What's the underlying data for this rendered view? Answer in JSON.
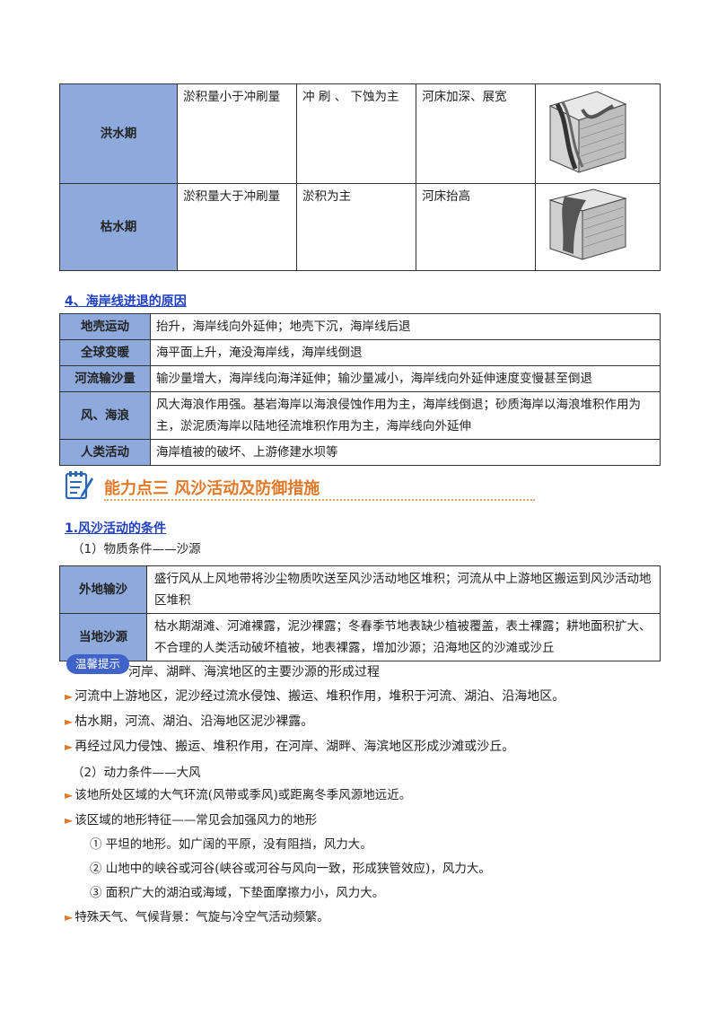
{
  "table1": {
    "rows": [
      {
        "period": "洪水期",
        "sed": "淤积量小于冲刷量",
        "action": "冲  刷  、 下蚀为主",
        "result": "河床加深、展宽",
        "image_icon": "river-incision-diagram"
      },
      {
        "period": "枯水期",
        "sed": "淤积量大于冲刷量",
        "action": "淤积为主",
        "result": "河床抬高",
        "image_icon": "river-deposition-diagram"
      }
    ]
  },
  "section4": {
    "heading": "4、海岸线进退的原因",
    "rows": [
      {
        "label": "地壳运动",
        "text": "抬升，海岸线向外延伸；地壳下沉，海岸线后退"
      },
      {
        "label": "全球变暖",
        "text": "海平面上升，淹没海岸线，海岸线倒退"
      },
      {
        "label": "河流输沙量",
        "text": "输沙量增大，海岸线向海洋延伸；输沙量减小，海岸线向外延伸速度变慢甚至倒退"
      },
      {
        "label": "风、海浪",
        "text": "风大海浪作用强。基岩海岸以海浪侵蚀作用为主，海岸线倒退；砂质海岸以海浪堆积作用为主，淤泥质海岸以陆地径流堆积作用为主，海岸线向外延伸"
      },
      {
        "label": "人类活动",
        "text": "海岸植被的破坏、上游修建水坝等"
      }
    ]
  },
  "banner": {
    "title": "能力点三  风沙活动及防御措施"
  },
  "section1": {
    "heading": "1.风沙活动的条件",
    "sub1": "（1）物质条件——沙源",
    "rows": [
      {
        "label": "外地输沙",
        "text": "盛行风从上风地带将沙尘物质吹送至风沙活动地区堆积；河流从中上游地区搬运到风沙活动地区堆积"
      },
      {
        "label": "当地沙源",
        "text": "枯水期湖滩、河滩裸露，泥沙裸露；冬春季节地表缺少植被覆盖，表土裸露；耕地面积扩大、不合理的人类活动破坏植被，地表裸露，增加沙源；沿海地区的沙滩或沙丘"
      }
    ],
    "tip_label": "温馨提示",
    "tip_title": "河岸、湖畔、海滨地区的主要沙源的形成过程",
    "tip_items": [
      "河流中上游地区，泥沙经过流水侵蚀、搬运、堆积作用，堆积于河流、湖泊、沿海地区。",
      "枯水期，河流、湖泊、沿海地区泥沙裸露。",
      "再经过风力侵蚀、搬运、堆积作用，在河岸、湖畔、海滨地区形成沙滩或沙丘。"
    ],
    "sub2": "（2）动力条件——大风",
    "bullet1": "该地所处区域的大气环流(风带或季风)或距离冬季风源地远近。",
    "bullet2": "该区域的地形特征——常见会加强风力的地形",
    "terrain_items": [
      "① 平坦的地形。如广阔的平原，没有阻挡，风力大。",
      "② 山地中的峡谷或河谷(峡谷或河谷与风向一致，形成狭管效应)，风力大。",
      "③ 面积广大的湖泊或海域，下垫面摩擦力小，风力大。"
    ],
    "bullet3": "特殊天气、气候背景：气旋与冷空气活动频繁。"
  },
  "colors": {
    "header_fill": "#8ea9db",
    "heading_blue": "#1f3fbf",
    "banner_orange": "#e0792a",
    "arrow_orange": "#e0792a",
    "badge_blue": "#3f63c9"
  }
}
